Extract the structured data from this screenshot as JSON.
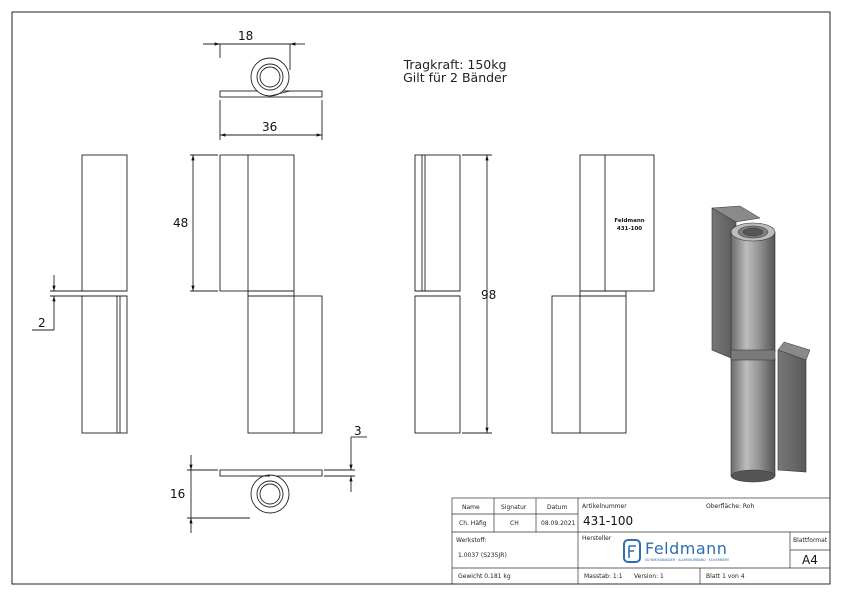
{
  "notes": {
    "load": "Tragkraft: 150kg",
    "pair": "Gilt für 2 Bänder"
  },
  "dimensions": {
    "d18": "18",
    "d36": "36",
    "d48": "48",
    "d98": "98",
    "d2": "2",
    "d3": "3",
    "d16": "16"
  },
  "engraving": {
    "brand": "Feldmann",
    "part": "431-100"
  },
  "title_block": {
    "h_name": "Name",
    "h_signatur": "Signatur",
    "h_datum": "Datum",
    "name": "Ch. Häfig",
    "signatur": "CH",
    "datum": "08.09.2021",
    "werkstoff_label": "Werkstoff:",
    "werkstoff": "1.0037 (S235JR)",
    "gewicht": "Gewicht 0.181 kg",
    "artikel_label": "Artikelnummer",
    "artikel": "431-100",
    "oberflaeche": "Oberfläche: Roh",
    "hersteller_label": "Hersteller",
    "logo_text": "Feldmann",
    "logo_tagline": "SCHWEISSBÄNDER · ALUMINIUMBAND · SCHARNIERE",
    "massstab": "Masstab: 1:1",
    "version": "Version: 1",
    "blatt": "Blatt 1 von 4",
    "blattformat_label": "Blattformat",
    "blattformat": "A4"
  }
}
